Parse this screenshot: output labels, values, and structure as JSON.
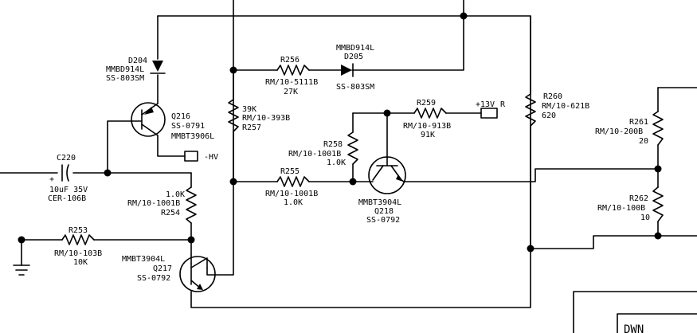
{
  "colors": {
    "ink": "#000000",
    "paper": "#ffffff"
  },
  "components": {
    "d204": {
      "ref": "D204",
      "part": "MMBD914L",
      "code": "SS-803SM"
    },
    "d205": {
      "part": "MMBD914L",
      "ref": "D205",
      "code": "SS-803SM"
    },
    "q216": {
      "ref": "Q216",
      "code": "SS-0791",
      "part": "MMBT3906L"
    },
    "q217": {
      "part": "MMBT3904L",
      "ref": "Q217",
      "code": "SS-0792"
    },
    "q218": {
      "part": "MMBT3904L",
      "ref": "Q218",
      "code": "SS-0792"
    },
    "c220": {
      "ref": "C220",
      "value": "10uF 35V",
      "code": "CER-106B",
      "polarity": "+"
    },
    "r253": {
      "ref": "R253",
      "code": "RM/10-103B",
      "value": "10K"
    },
    "r254": {
      "value": "1.0K",
      "code": "RM/10-1001B",
      "ref": "R254"
    },
    "r255": {
      "ref": "R255",
      "code": "RM/10-1001B",
      "value": "1.0K"
    },
    "r256": {
      "ref": "R256",
      "code": "RM/10-5111B",
      "value": "27K"
    },
    "r257": {
      "value": "39K",
      "code": "RM/10-393B",
      "ref": "R257"
    },
    "r258": {
      "ref": "R258",
      "code": "RM/10-1001B",
      "value": "1.0K"
    },
    "r259": {
      "ref": "R259",
      "code": "RM/10-913B",
      "value": "91K"
    },
    "r260": {
      "ref": "R260",
      "code": "RM/10-621B",
      "value": "620"
    },
    "r261": {
      "ref": "R261",
      "code": "RM/10-200B",
      "value": "20"
    },
    "r262": {
      "ref": "R262",
      "code": "RM/10-100B",
      "value": "10"
    }
  },
  "connectors": {
    "hv": "-HV",
    "v13": "+13V",
    "r": "R",
    "dwn": "DWN"
  }
}
